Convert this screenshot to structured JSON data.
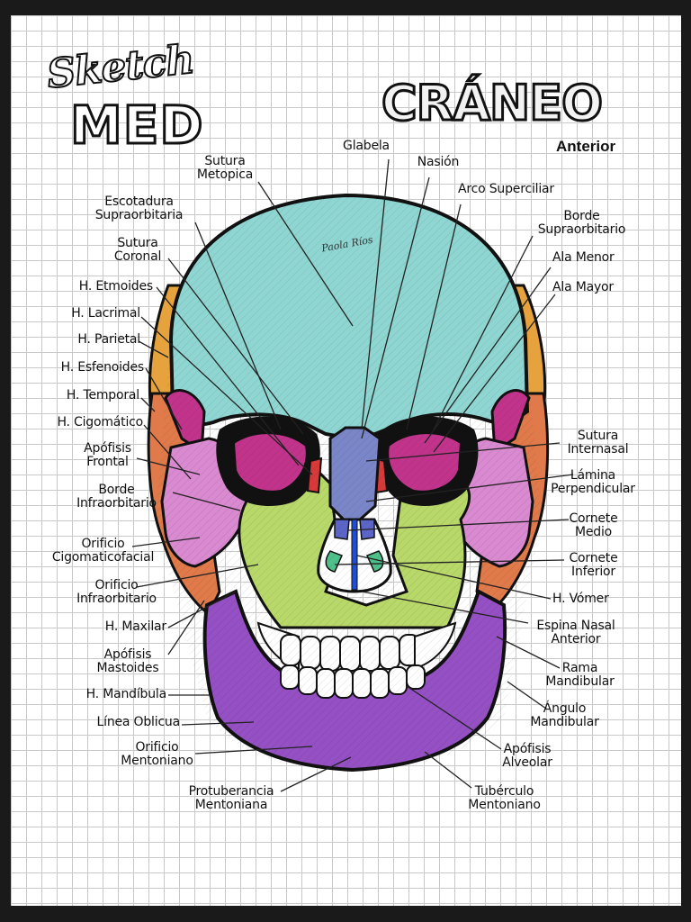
{
  "brand": {
    "script": "Sketch",
    "word": "MED"
  },
  "title": "CRÁNEO",
  "view": "Anterior",
  "signature": "Paola Ríos",
  "labels": {
    "glabela": "Glabela",
    "nasion": "Nasión",
    "sutura_metopica": "Sutura\nMetopica",
    "arco_superciliar": "Arco Superciliar",
    "escotadura_supraorbitaria": "Escotadura\nSupraorbitaria",
    "borde_supraorbitario": "Borde\nSupraorbitario",
    "sutura_coronal": "Sutura\nCoronal",
    "ala_menor": "Ala Menor",
    "ala_mayor": "Ala Mayor",
    "h_etmoides": "H. Etmoides",
    "h_lacrimal": "H. Lacrimal",
    "h_parietal": "H. Parietal",
    "h_esfenoides": "H. Esfenoides",
    "h_temporal": "H. Temporal",
    "h_cigomatico": "H. Cigomático",
    "apofisis_frontal": "Apófisis\nFrontal",
    "sutura_internasal": "Sutura\nInternasal",
    "lamina_perpendicular": "Lámina\nPerpendicular",
    "borde_infraorbitario": "Borde\nInfraorbitario",
    "cornete_medio": "Cornete\nMedio",
    "orificio_cigomaticofacial": "Orificio\nCigomaticofacial",
    "cornete_inferior": "Cornete\nInferior",
    "orificio_infraorbitario": "Orificio\nInfraorbitario",
    "h_vomer": "H. Vómer",
    "h_maxilar": "H. Maxilar",
    "espina_nasal_anterior": "Espina Nasal\nAnterior",
    "apofisis_mastoides": "Apófisis\nMastoides",
    "rama_mandibular": "Rama\nMandibular",
    "h_mandibula": "H. Mandíbula",
    "angulo_mandibular": "Ángulo\nMandibular",
    "linea_oblicua": "Línea Oblicua",
    "apofisis_alveolar": "Apófisis\nAlveolar",
    "orificio_mentoniano": "Orificio\nMentoniano",
    "protuberancia_mentoniana": "Protuberancia\nMentoniana",
    "tuberculo_mentoniano": "Tubérculo\nMentoniano"
  },
  "colors": {
    "frontal": "#8fd6d2",
    "parietal": "#e6a23c",
    "temporal": "#e07a4a",
    "cigomatico": "#d98ad0",
    "esfenoides": "#c2348c",
    "maxilar": "#b8d86a",
    "nasal": "#7a86c8",
    "mandibula": "#9550c4",
    "cornete": "#4ec08a",
    "vomer": "#1f4fd8",
    "lacrimal": "#d83a3a"
  }
}
